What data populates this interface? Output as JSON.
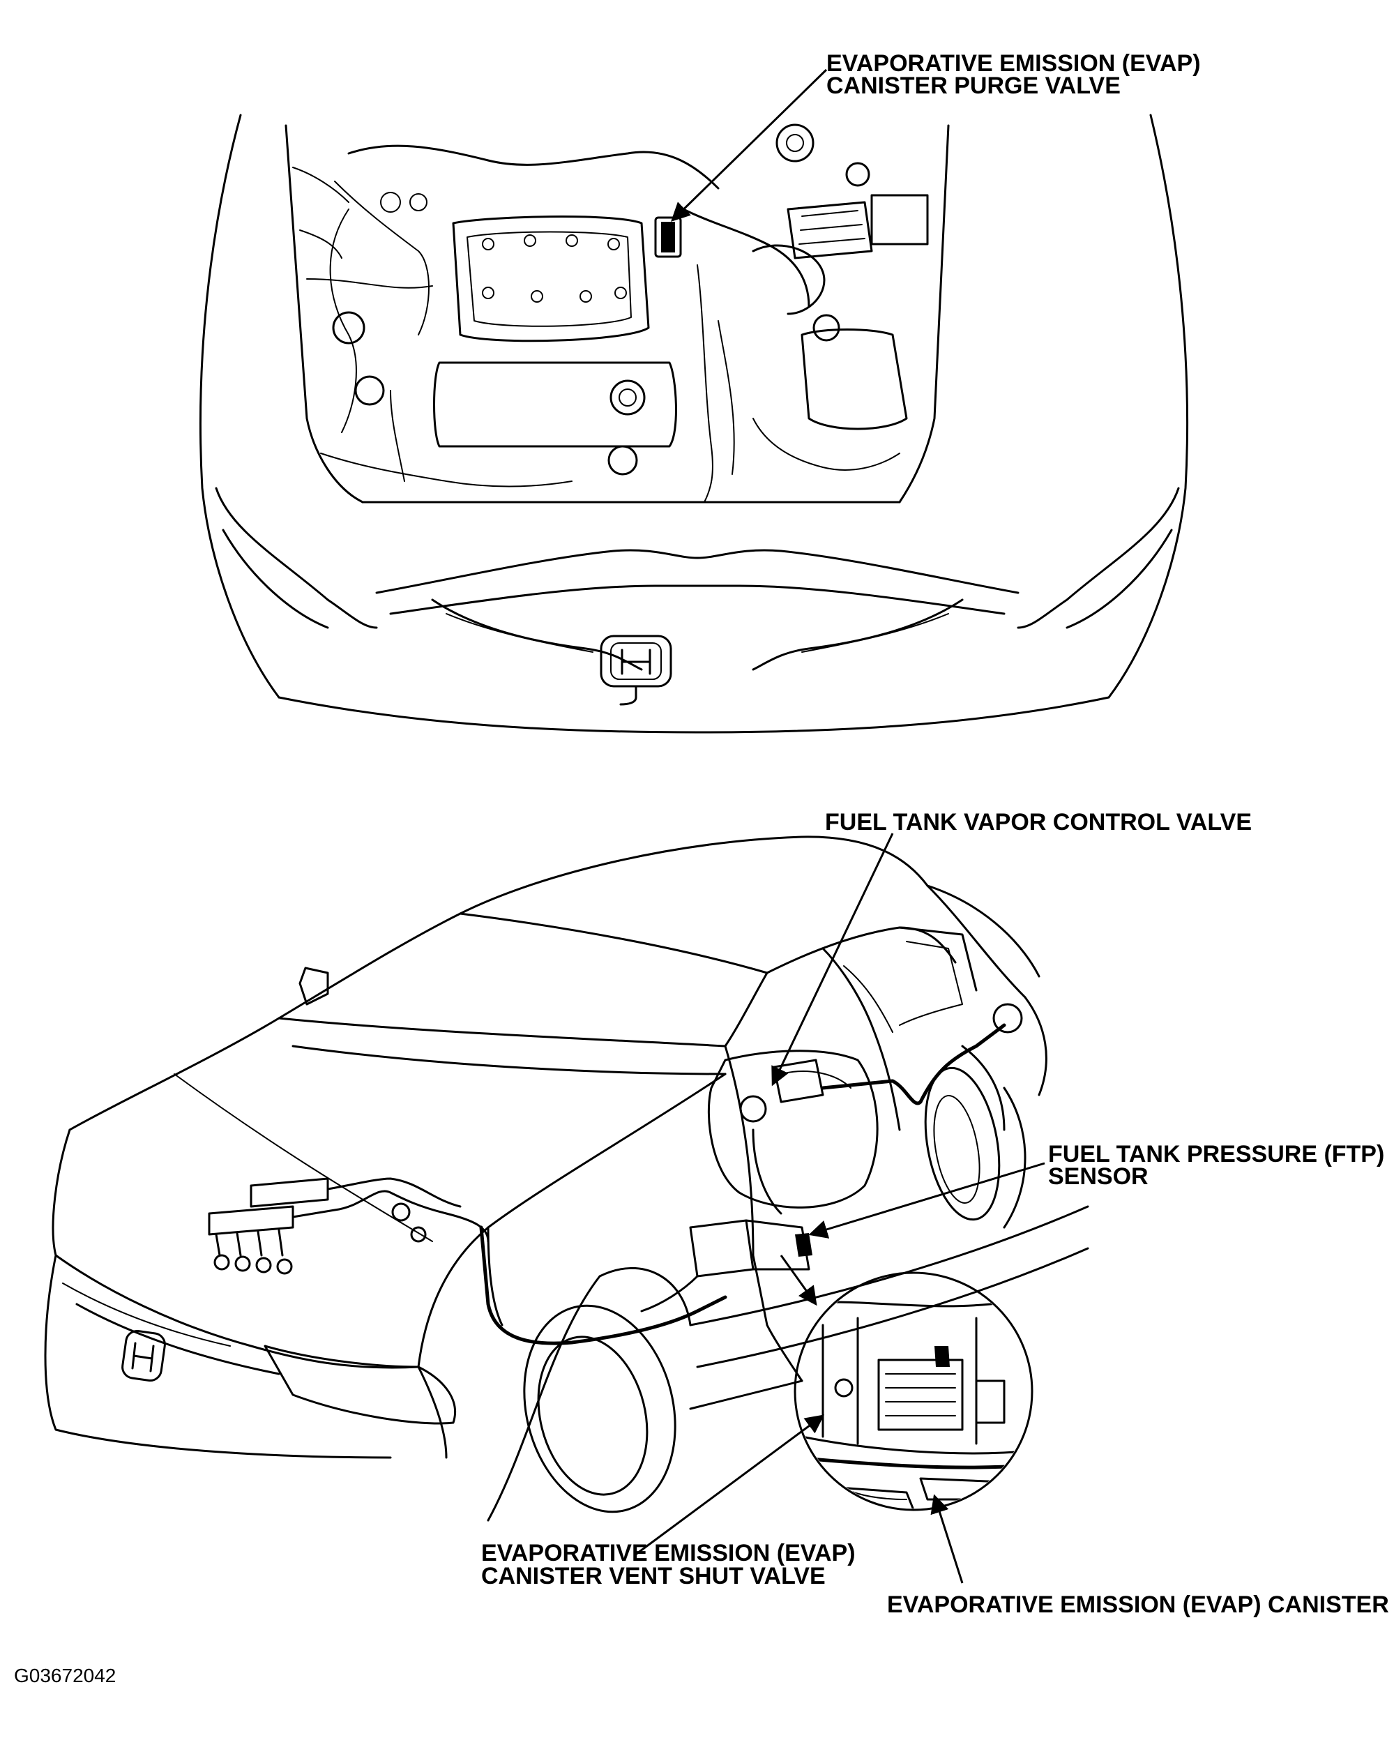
{
  "labels": {
    "purge_valve_line1": "EVAPORATIVE EMISSION (EVAP)",
    "purge_valve_line2": "CANISTER PURGE VALVE",
    "vapor_control_valve": "FUEL TANK VAPOR CONTROL VALVE",
    "ftp_sensor_line1": "FUEL TANK PRESSURE (FTP)",
    "ftp_sensor_line2": "SENSOR",
    "vent_shut_valve_line1": "EVAPORATIVE EMISSION (EVAP)",
    "vent_shut_valve_line2": "CANISTER VENT SHUT VALVE",
    "evap_canister": "EVAPORATIVE EMISSION (EVAP) CANISTER"
  },
  "figure_code": "G03672042",
  "colors": {
    "ink": "#000000",
    "paper": "#ffffff"
  }
}
